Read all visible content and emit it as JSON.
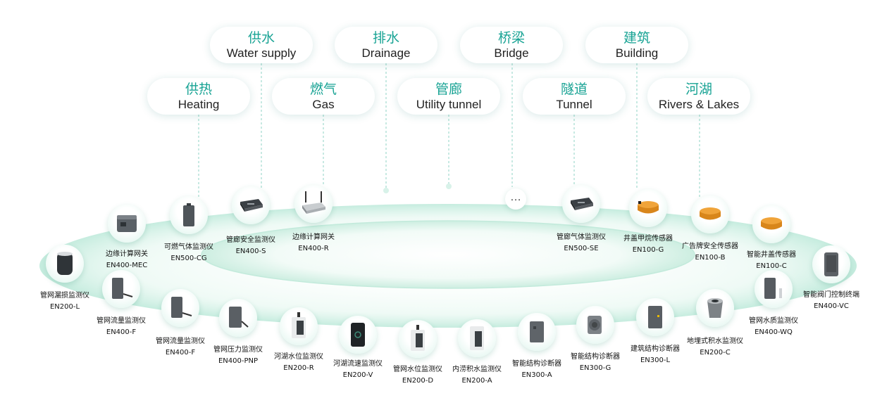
{
  "categories": [
    {
      "id": "water",
      "zh": "供水",
      "en": "Water supply"
    },
    {
      "id": "drain",
      "zh": "排水",
      "en": "Drainage"
    },
    {
      "id": "bridge",
      "zh": "桥梁",
      "en": "Bridge"
    },
    {
      "id": "building",
      "zh": "建筑",
      "en": "Building"
    },
    {
      "id": "heating",
      "zh": "供热",
      "en": "Heating"
    },
    {
      "id": "gas",
      "zh": "燃气",
      "en": "Gas"
    },
    {
      "id": "utility",
      "zh": "管廊",
      "en": "Utility tunnel"
    },
    {
      "id": "tunnel",
      "zh": "隧道",
      "en": "Tunnel"
    },
    {
      "id": "rivers",
      "zh": "河湖",
      "en": "Rivers & Lakes"
    }
  ],
  "more_label": "…",
  "devices": [
    {
      "id": "d1",
      "name": "边缘计算网关",
      "model": "EN400-MEC",
      "icon": "gateway-box-icon"
    },
    {
      "id": "d2",
      "name": "可燃气体监测仪",
      "model": "EN500-CG",
      "icon": "gas-detector-icon"
    },
    {
      "id": "d3",
      "name": "管廊安全监测仪",
      "model": "EN400-S",
      "icon": "edge-box-icon"
    },
    {
      "id": "d4",
      "name": "边缘计算网关",
      "model": "EN400-R",
      "icon": "router-icon"
    },
    {
      "id": "d5",
      "name": "管廊气体监测仪",
      "model": "EN500-SE",
      "icon": "edge-box-icon"
    },
    {
      "id": "d6",
      "name": "井盖甲烷传感器",
      "model": "EN100-G",
      "icon": "manhole-sensor-icon"
    },
    {
      "id": "d7",
      "name": "广告牌安全传感器",
      "model": "EN100-B",
      "icon": "manhole-sensor-icon"
    },
    {
      "id": "d8",
      "name": "智能井盖传感器",
      "model": "EN100-C",
      "icon": "manhole-sensor-icon"
    },
    {
      "id": "d9",
      "name": "管网漏损监测仪",
      "model": "EN200-L",
      "icon": "cylinder-meter-icon"
    },
    {
      "id": "d10",
      "name": "智能阀门控制终端",
      "model": "EN400-VC",
      "icon": "valve-terminal-icon"
    },
    {
      "id": "d11",
      "name": "管网流量监测仪",
      "model": "EN400-F",
      "icon": "flow-meter-icon"
    },
    {
      "id": "d12",
      "name": "管网水质监测仪",
      "model": "EN400-WQ",
      "icon": "flow-meter-icon"
    },
    {
      "id": "d13",
      "name": "管网流量监测仪",
      "model": "EN400-F",
      "icon": "flow-meter-icon"
    },
    {
      "id": "d14",
      "name": "地埋式积水监测仪",
      "model": "EN200-C",
      "icon": "bucket-sensor-icon"
    },
    {
      "id": "d15",
      "name": "管网压力监测仪",
      "model": "EN400-PNP",
      "icon": "pressure-meter-icon"
    },
    {
      "id": "d16",
      "name": "建筑结构诊断器",
      "model": "EN300-L",
      "icon": "structure-box-icon"
    },
    {
      "id": "d17",
      "name": "河湖水位监测仪",
      "model": "EN200-R",
      "icon": "water-level-icon"
    },
    {
      "id": "d18",
      "name": "智能结构诊断器",
      "model": "EN300-G",
      "icon": "round-sensor-icon"
    },
    {
      "id": "d19",
      "name": "河湖流速监测仪",
      "model": "EN200-V",
      "icon": "radar-sensor-icon"
    },
    {
      "id": "d20",
      "name": "智能结构诊断器",
      "model": "EN300-A",
      "icon": "structure-box-icon"
    },
    {
      "id": "d21",
      "name": "管网水位监测仪",
      "model": "EN200-D",
      "icon": "water-level-icon"
    },
    {
      "id": "d22",
      "name": "内涝积水监测仪",
      "model": "EN200-A",
      "icon": "water-level-icon"
    }
  ],
  "colors": {
    "accent": "#18a394",
    "ring": "#bfeadb",
    "pill_bg": "#ffffff",
    "device_grey": "#5b6166",
    "device_orange": "#e8952a"
  }
}
